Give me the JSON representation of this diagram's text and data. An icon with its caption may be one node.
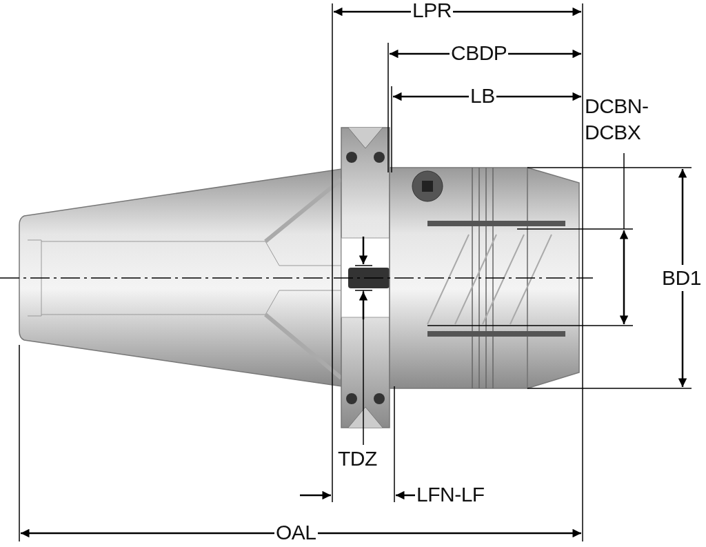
{
  "diagram": {
    "labels": [
      "LPR",
      "CBDP",
      "LB",
      "DCBN-DCBX",
      "BD1",
      "TDZ",
      "LFN-LF",
      "OAL"
    ]
  }
}
